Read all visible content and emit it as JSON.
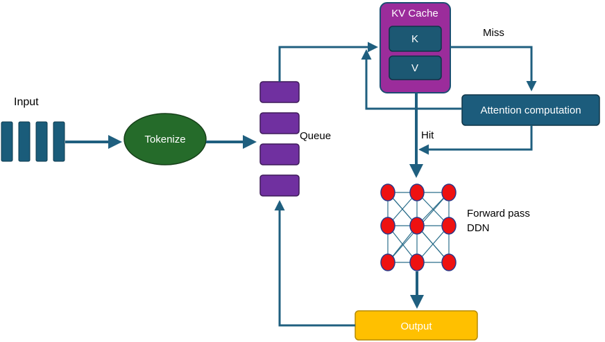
{
  "labels": {
    "input": "Input",
    "tokenize": "Tokenize",
    "queue": "Queue",
    "kv_cache": "KV Cache",
    "k": "K",
    "v": "V",
    "miss": "Miss",
    "hit": "Hit",
    "attention": "Attention computation",
    "forward_line1": "Forward pass",
    "forward_line2": "DDN",
    "output": "Output"
  },
  "colors": {
    "arrow": "#1f5f7f",
    "input_bar": "#1a5c7a",
    "tokenize_fill": "#256b2a",
    "queue_fill": "#7030a0",
    "kv_fill": "#9b2c9b",
    "kv_inner": "#1c5873",
    "attention_fill": "#1c5c7c",
    "node_fill": "#ee1111",
    "output_fill": "#ffc000"
  }
}
